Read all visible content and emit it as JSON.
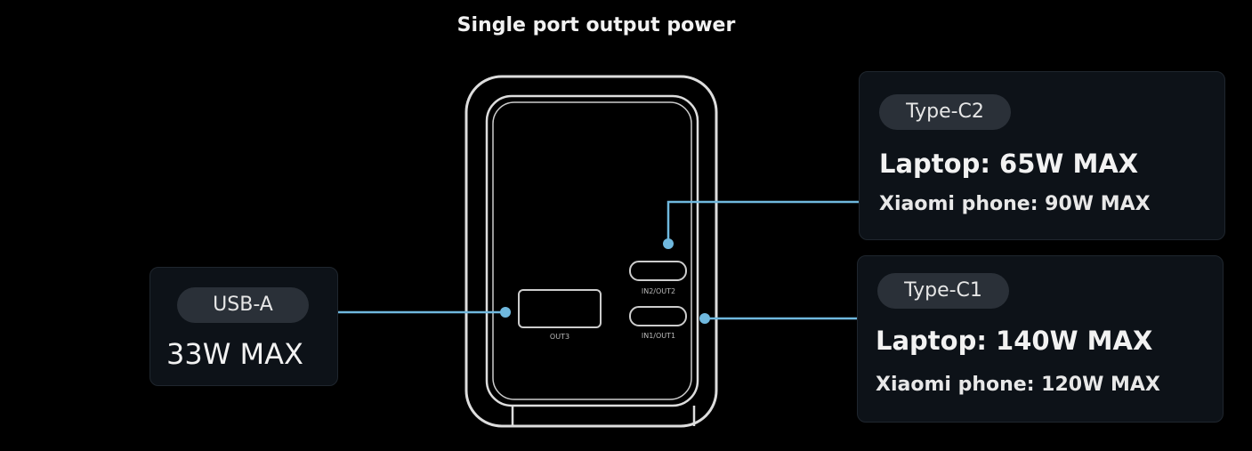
{
  "title": "Single port output power",
  "device": {
    "ports": [
      "OUT3",
      "IN2/OUT2",
      "IN1/OUT1"
    ]
  },
  "cards": {
    "usb_a": {
      "label": "USB-A",
      "value": "33W MAX"
    },
    "type_c2": {
      "label": "Type-C2",
      "laptop": "Laptop: 65W MAX",
      "phone": "Xiaomi phone: 90W MAX"
    },
    "type_c1": {
      "label": "Type-C1",
      "laptop": "Laptop: 140W MAX",
      "phone": "Xiaomi phone: 120W MAX"
    }
  },
  "colors": {
    "accent": "#6fb8de",
    "outline": "#e0e0e0"
  }
}
